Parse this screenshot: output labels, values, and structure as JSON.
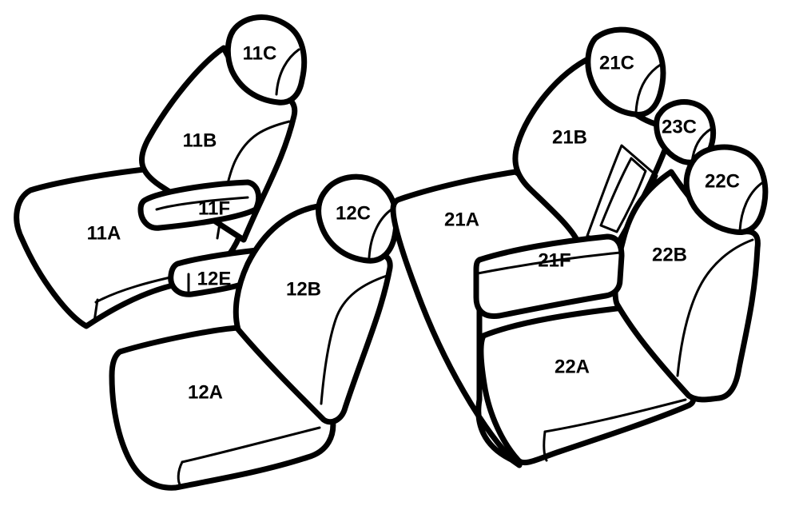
{
  "seat_labels": {
    "l11A": "11A",
    "l11B": "11B",
    "l11C": "11C",
    "l11F": "11F",
    "l12A": "12A",
    "l12B": "12B",
    "l12C": "12C",
    "l12E": "12E",
    "l21A": "21A",
    "l21B": "21B",
    "l21C": "21C",
    "l21F": "21F",
    "l22A": "22A",
    "l22B": "22B",
    "l22C": "22C",
    "l23C": "23C"
  }
}
